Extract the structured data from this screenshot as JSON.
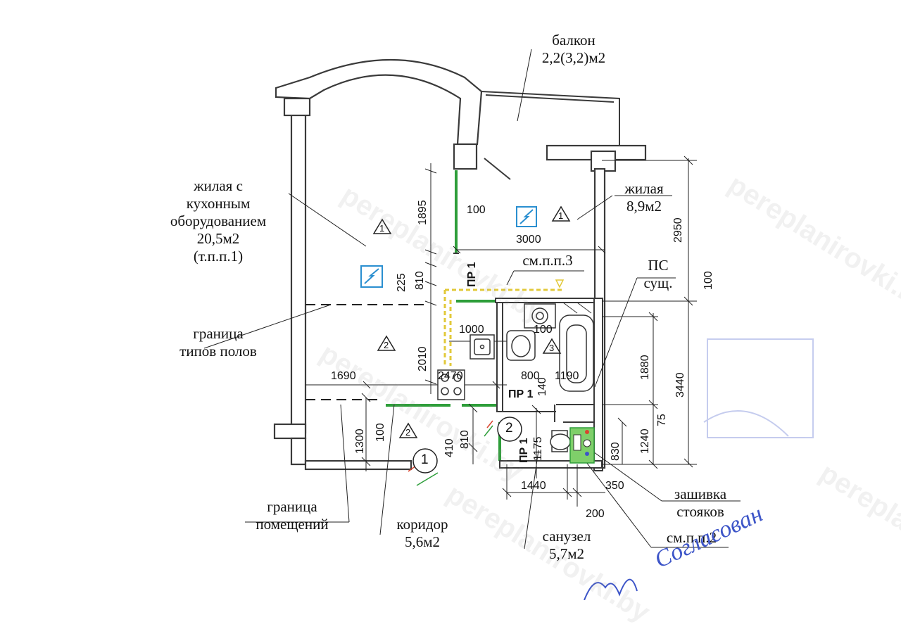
{
  "rooms": {
    "living_kitchen": [
      "жилая с",
      "кухонным",
      "оборудованием",
      "20,5м2",
      "(т.п.п.1)"
    ],
    "living": [
      "жилая",
      "8,9м2"
    ],
    "balcony": [
      "балкон",
      "2,2(3,2)м2"
    ],
    "corridor": [
      "коридор",
      "5,6м2"
    ],
    "bathroom": [
      "санузел",
      "5,7м2"
    ]
  },
  "notes": {
    "floor_boundary": [
      "граница",
      "типов полов"
    ],
    "room_boundary": [
      "граница",
      "помещений"
    ],
    "ps": [
      "ПС",
      "сущ."
    ],
    "riser_cover": [
      "зашивка",
      "стояков"
    ],
    "see_pp3": "см.п.п.3",
    "see_pp2": "см.п.п.2",
    "pr_label": "ПР 1"
  },
  "dimensions": {
    "d1895": "1895",
    "d2950": "2950",
    "d3000": "3000",
    "d100a": "100",
    "d100b": "100",
    "d100c": "100",
    "d100d": "100",
    "d225": "225",
    "d810a": "810",
    "d810b": "810",
    "d2010": "2010",
    "d1000": "1000",
    "d2470": "2470",
    "d1690": "1690",
    "d800": "800",
    "d140": "140",
    "d1190": "1190",
    "d1880": "1880",
    "d3440": "3440",
    "d1240": "1240",
    "d75": "75",
    "d830": "830",
    "d1300": "1300",
    "d410": "410",
    "d1175": "1175",
    "d1440": "1440",
    "d350": "350",
    "d200": "200"
  },
  "markers": {
    "floor_type_1": "1",
    "floor_type_2": "2",
    "floor_type_3": "3",
    "door_1": "1",
    "door_2": "2"
  },
  "watermark": "pereplanirovki.by",
  "signature": "Согласован",
  "colors": {
    "wall": "#3a3a3a",
    "partition_new": "#2e9e3a",
    "removed": "#e2c93a",
    "removed_red": "#d9452f",
    "icon_blue": "#2a8fd0",
    "stamp_blue": "#5b6fd0",
    "signature_blue": "#3d55c8"
  }
}
